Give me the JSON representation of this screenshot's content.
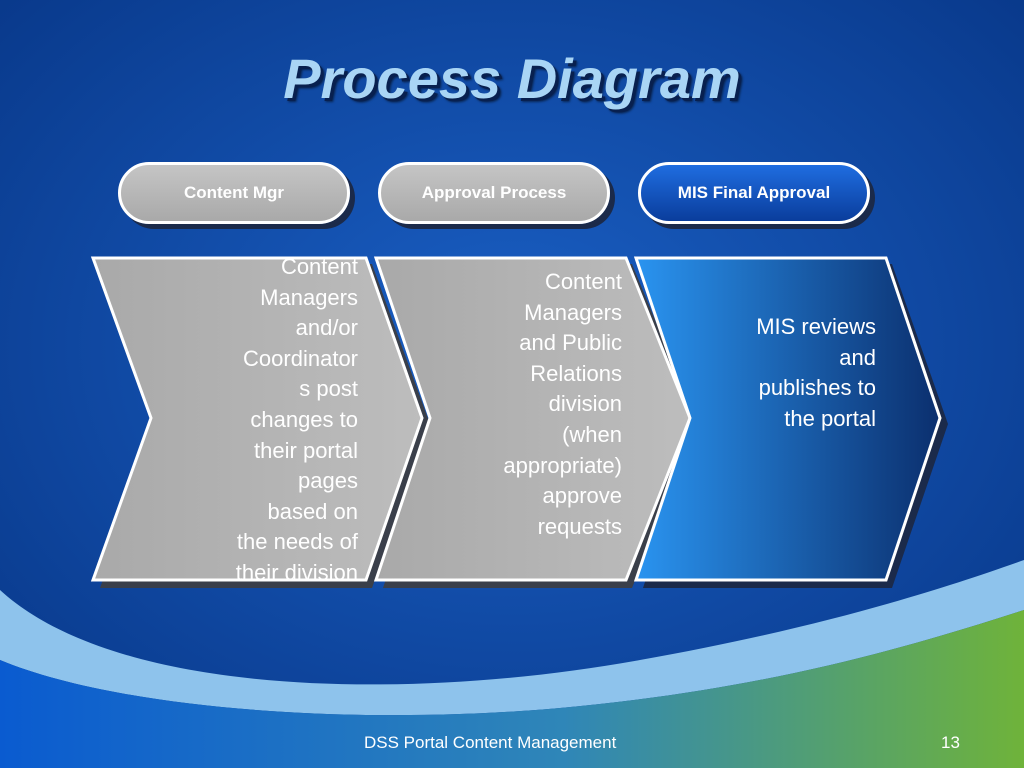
{
  "title": "Process Diagram",
  "stages": [
    {
      "label": "Content Mgr",
      "description": [
        "Content",
        "Managers",
        "and/or",
        "Coordinator",
        "s post",
        "changes to",
        "their portal",
        "pages",
        "based on",
        "the needs of",
        "their division"
      ]
    },
    {
      "label": "Approval Process",
      "description": [
        "Content",
        "Managers",
        "and Public",
        "Relations",
        "division",
        "(when",
        "appropriate)",
        "approve",
        "requests"
      ]
    },
    {
      "label": "MIS Final Approval",
      "description": [
        "MIS reviews",
        "and",
        "publishes to",
        "the portal"
      ]
    }
  ],
  "footer": {
    "text": "DSS Portal Content Management",
    "page_number": "13"
  },
  "colors": {
    "background": "#0a3f9a",
    "title": "#a9d5f5",
    "inactive_stage": "#b4b4b4",
    "active_stage": "#1e7fe0",
    "wave_light": "#8ec3ec",
    "wave_green": "#6fb33a"
  }
}
